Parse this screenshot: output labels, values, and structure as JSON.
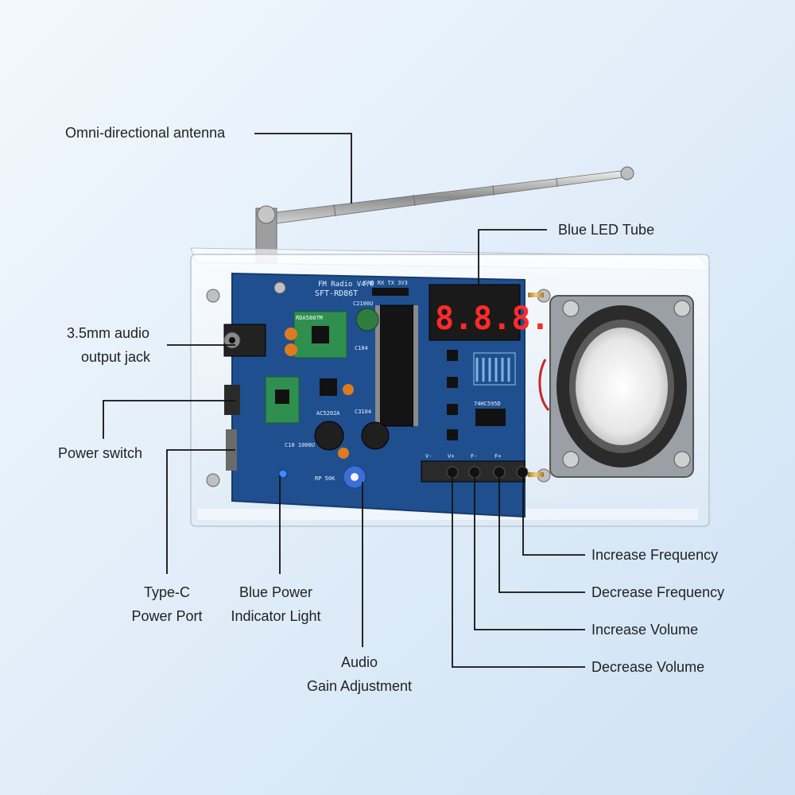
{
  "labels": {
    "antenna": "Omni-directional antenna",
    "led_tube": "Blue LED Tube",
    "audio_jack_line1": "3.5mm audio",
    "audio_jack_line2": "output jack",
    "power_switch": "Power switch",
    "type_c_line1": "Type-C",
    "type_c_line2": "Power Port",
    "indicator_line1": "Blue Power",
    "indicator_line2": "Indicator Light",
    "gain_line1": "Audio",
    "gain_line2": "Gain Adjustment",
    "increase_frequency": "Increase Frequency",
    "decrease_frequency": "Decrease Frequency",
    "increase_volume": "Increase Volume",
    "decrease_volume": "Decrease Volume"
  },
  "board": {
    "title": "FM Radio V4.0",
    "model": "SFT-RD86T",
    "display_digits": "8.8.8.8.",
    "header_pins": "GND RX TX 3V3",
    "chip_label": "RDA5807M",
    "amp_label": "AC5202A",
    "shift_reg_label": "74HC595D",
    "cap_label_1": "C2100U",
    "cap_label_2": "C104",
    "cap_label_3": "C3104",
    "cap_main_label": "C10 1000U",
    "pot_label": "RP 50K",
    "button_labels": [
      "V-",
      "V+",
      "F-",
      "F+"
    ]
  },
  "colors": {
    "pcb": "#1f4f8e",
    "pcb_dark": "#163b6c",
    "led": "#ff2a2a",
    "label_line": "#111111"
  }
}
